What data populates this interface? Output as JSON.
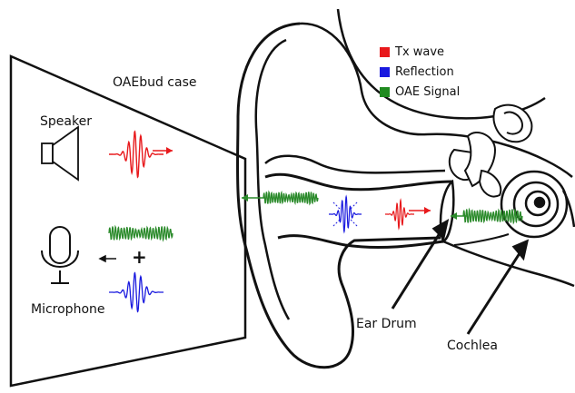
{
  "case_title": "OAEbud case",
  "labels": {
    "speaker": "Speaker",
    "microphone": "Microphone",
    "plus": "+",
    "ear_drum": "Ear Drum",
    "cochlea": "Cochlea"
  },
  "legend": [
    {
      "label": "Tx wave",
      "color": "#e8191c"
    },
    {
      "label": "Reflection",
      "color": "#1a1adf"
    },
    {
      "label": "OAE Signal",
      "color": "#1f8a1f"
    }
  ],
  "colors": {
    "tx": "#e8191c",
    "reflection": "#1a1adf",
    "oae": "#2a8a2a",
    "line": "#111111"
  },
  "icons": [
    "speaker-icon",
    "microphone-icon",
    "arrow-icon"
  ]
}
